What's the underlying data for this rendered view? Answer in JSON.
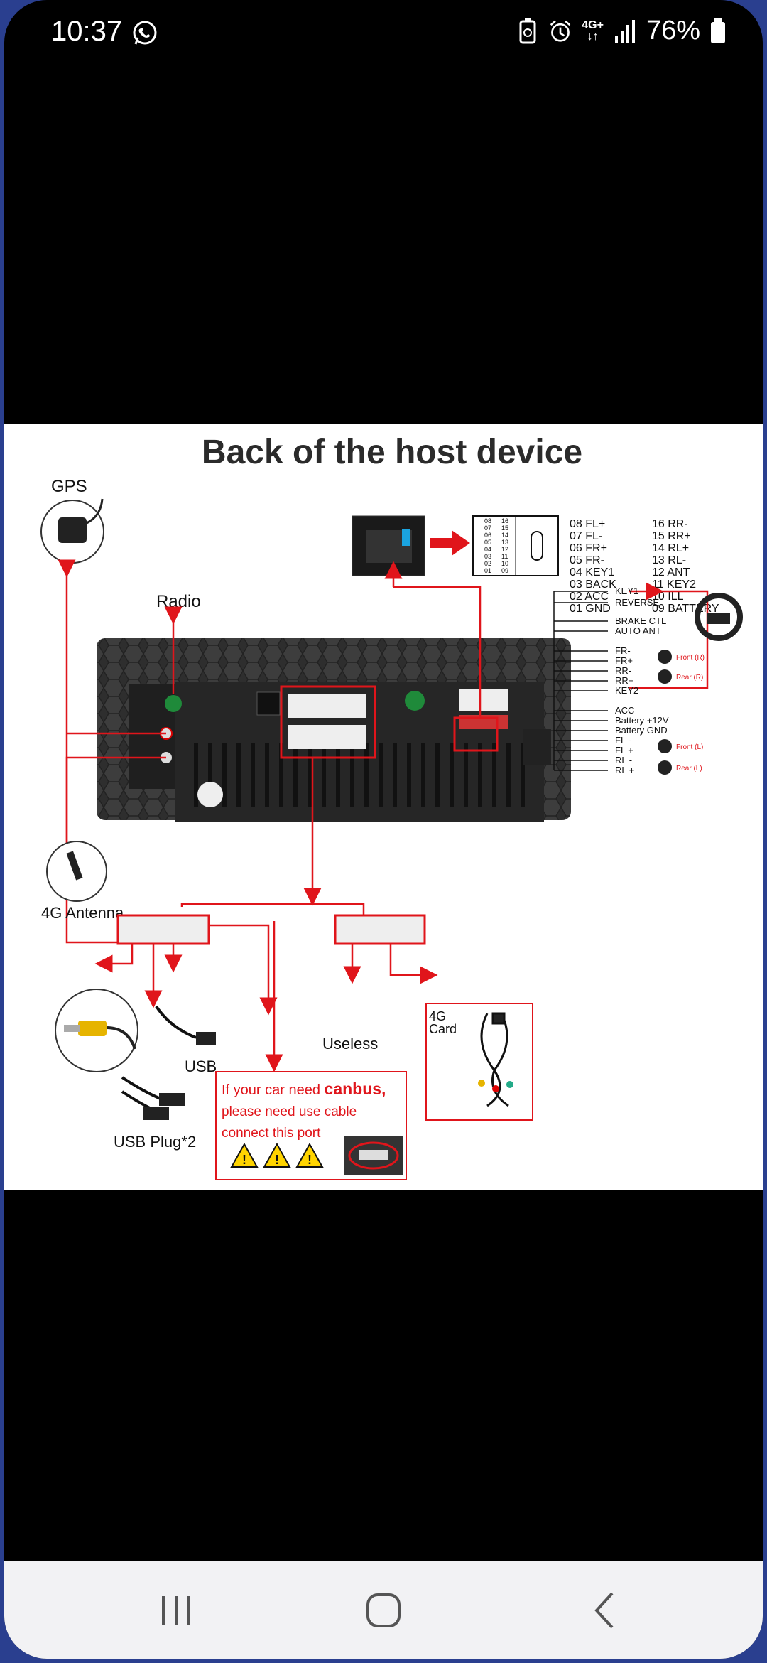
{
  "status_bar": {
    "time": "10:37",
    "network_top": "4G+",
    "battery_percent": "76%",
    "icons": [
      "whatsapp-icon",
      "recycle-battery-icon",
      "alarm-icon",
      "network-4g-icon",
      "signal-icon",
      "battery-icon"
    ]
  },
  "diagram": {
    "title": "Back of the host device",
    "labels": {
      "gps": "GPS",
      "radio": "Radio",
      "antenna_4g": "4G Antenna",
      "usb": "USB",
      "usb_plug": "USB Plug*2",
      "useless": "Useless",
      "card_4g_line1": "4G",
      "card_4g_line2": "Card",
      "canbus_prefix": "If your car need ",
      "canbus_word": "canbus,",
      "canbus_line2": "please need use cable",
      "canbus_line3": "connect this port"
    },
    "pin_left": [
      "08 FL+",
      "07 FL-",
      "06 FR+",
      "05 FR-",
      "04 KEY1",
      "03 BACK",
      "02 ACC",
      "01 GND"
    ],
    "pin_right": [
      "16 RR-",
      "15 RR+",
      "14 RL+",
      "13 RL-",
      "12 ANT",
      "11 KEY2",
      "10 ILL",
      "09 BATTERY"
    ],
    "connector_pins_left": [
      "08",
      "07",
      "06",
      "05",
      "04",
      "03",
      "02",
      "01"
    ],
    "connector_pins_right": [
      "16",
      "15",
      "14",
      "13",
      "12",
      "11",
      "10",
      "09"
    ],
    "wires_top": [
      "KEY1",
      "REVERSE",
      "BRAKE CTL",
      "AUTO ANT",
      "FR-",
      "FR+",
      "RR-",
      "RR+",
      "KEY2"
    ],
    "wires_bottom": [
      "ACC",
      "Battery +12V",
      "Battery GND",
      "FL -",
      "FL +",
      "RL -",
      "RL +"
    ],
    "speaker_labels": [
      "Front (R)",
      "Rear (R)",
      "Front (L)",
      "Rear (L)"
    ],
    "colors": {
      "accent_red": "#e0151b",
      "device_dark": "#2b2b2b"
    }
  },
  "nav_bar": {
    "buttons": [
      "recent-apps-icon",
      "home-icon",
      "back-icon"
    ]
  }
}
